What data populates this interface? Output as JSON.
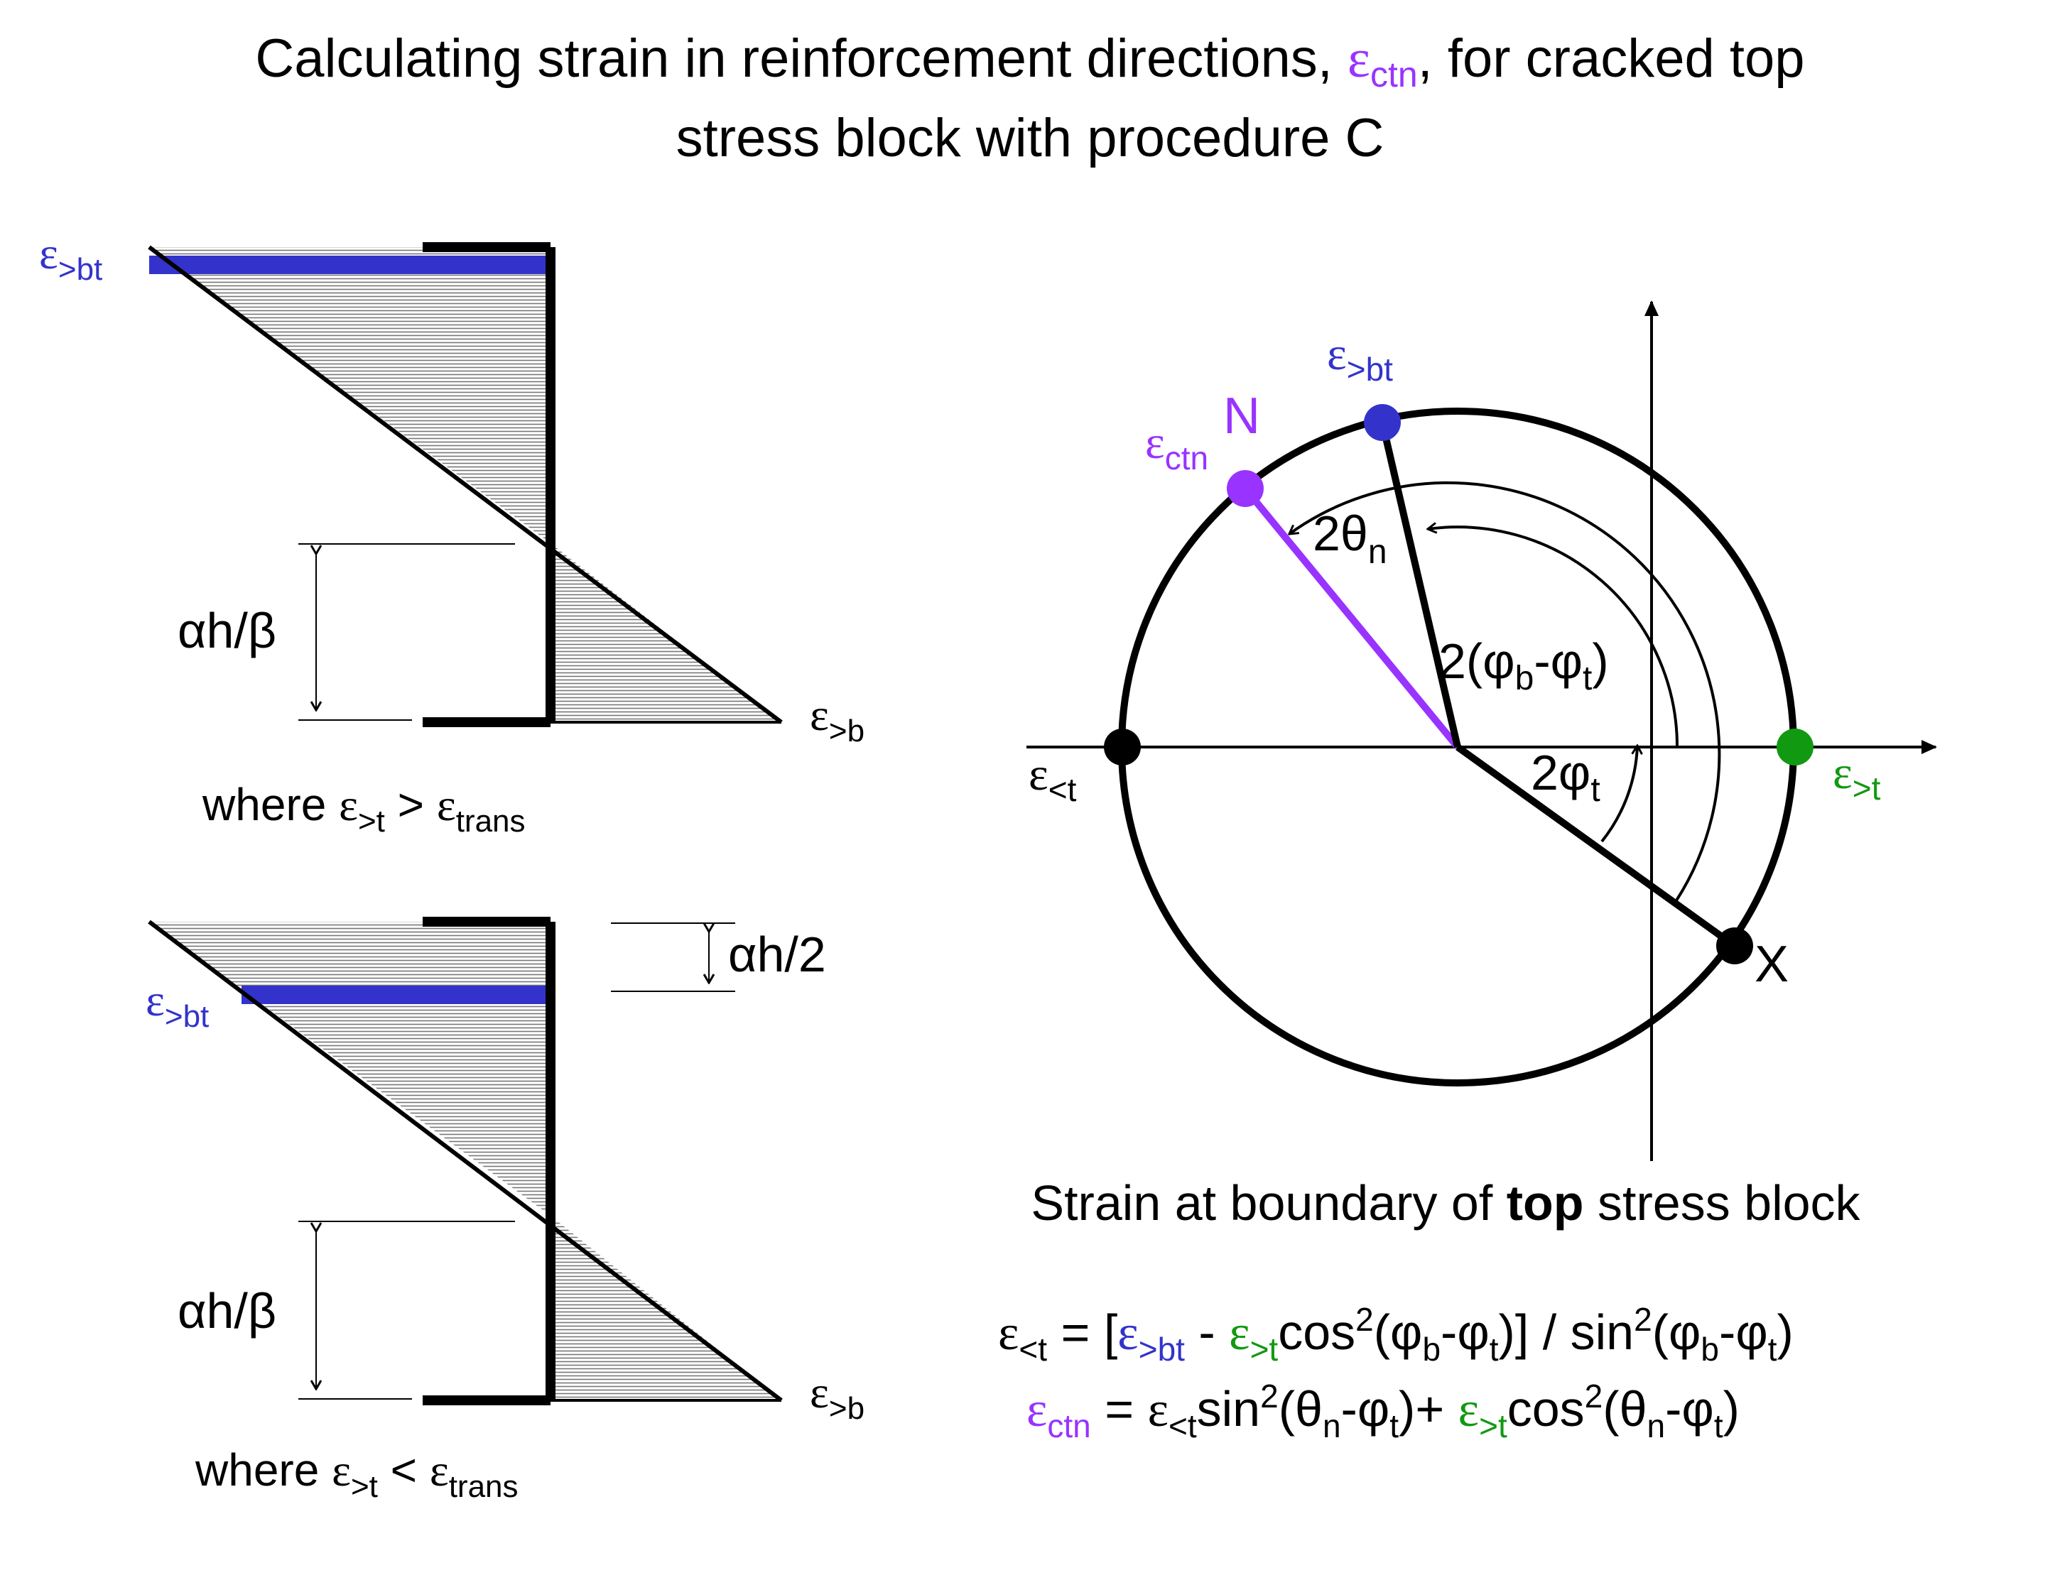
{
  "title": {
    "line1_pre": "Calculating strain in reinforcement directions, ",
    "line1_sym": "ε",
    "line1_sub": "ctn",
    "line1_post": ", for cracked top",
    "line2": "stress block with procedure C"
  },
  "colors": {
    "blue": "#3333cc",
    "purple": "#9933ff",
    "green": "#119911",
    "black": "#000000"
  },
  "top_profile": {
    "eps_bt_sym": "ε",
    "eps_bt_sub": ">bt",
    "depth_label": "αh/β",
    "eps_b_sym": "ε",
    "eps_b_sub": ">b",
    "condition_pre": "where ",
    "condition_sym1": "ε",
    "condition_sub1": ">t",
    "condition_op": " > ",
    "condition_sym2": "ε",
    "condition_sub2": "trans"
  },
  "bottom_profile": {
    "half_depth_label": "αh/2",
    "eps_bt_sym": "ε",
    "eps_bt_sub": ">bt",
    "depth_label": "αh/β",
    "eps_b_sym": "ε",
    "eps_b_sub": ">b",
    "condition_pre": "where ",
    "condition_sym1": "ε",
    "condition_sub1": ">t",
    "condition_op": " < ",
    "condition_sym2": "ε",
    "condition_sub2": "trans"
  },
  "mohr": {
    "point_n_label": "N",
    "eps_ctn_sym": "ε",
    "eps_ctn_sub": "ctn",
    "eps_bt_sym": "ε",
    "eps_bt_sub": ">bt",
    "eps_lt_sym": "ε",
    "eps_lt_sub": "<t",
    "eps_gt_sym": "ε",
    "eps_gt_sub": ">t",
    "point_x_label": "X",
    "angle_2theta": "2θ",
    "angle_2theta_sub": "n",
    "angle_2phi_diff_pre": "2(φ",
    "angle_2phi_diff_sub1": "b",
    "angle_2phi_diff_mid": "-φ",
    "angle_2phi_diff_sub2": "t",
    "angle_2phi_diff_post": ")",
    "angle_2phi": "2φ",
    "angle_2phi_sub": "t"
  },
  "caption": {
    "pre": "Strain at boundary of ",
    "bold": "top",
    "post": " stress block"
  },
  "equation1": {
    "lhs_sym": "ε",
    "lhs_sub": "<t",
    "p1": " = [",
    "t1_sym": "ε",
    "t1_sub": ">bt",
    "p2": " - ",
    "t2_sym": "ε",
    "t2_sub": ">t",
    "p3": "cos",
    "p3_sup": "2",
    "p3b": "(φ",
    "p3_sub1": "b",
    "p3c": "-φ",
    "p3_sub2": "t",
    "p4": ")] / sin",
    "p4_sup": "2",
    "p4b": "(φ",
    "p4_sub1": "b",
    "p4c": "-φ",
    "p4_sub2": "t",
    "p4d": ")"
  },
  "equation2": {
    "lhs_sym": "ε",
    "lhs_sub": "ctn",
    "p1": " =   ",
    "t1_sym": "ε",
    "t1_sub": "<t",
    "p2": "sin",
    "p2_sup": "2",
    "p2b": "(θ",
    "p2_sub1": "n",
    "p2c": "-φ",
    "p2_sub2": "t",
    "p2d": ")+ ",
    "t2_sym": "ε",
    "t2_sub": ">t",
    "p3": "cos",
    "p3_sup": "2",
    "p3b": "(θ",
    "p3_sub1": "n",
    "p3c": "-φ",
    "p3_sub2": "t",
    "p3d": ")"
  }
}
